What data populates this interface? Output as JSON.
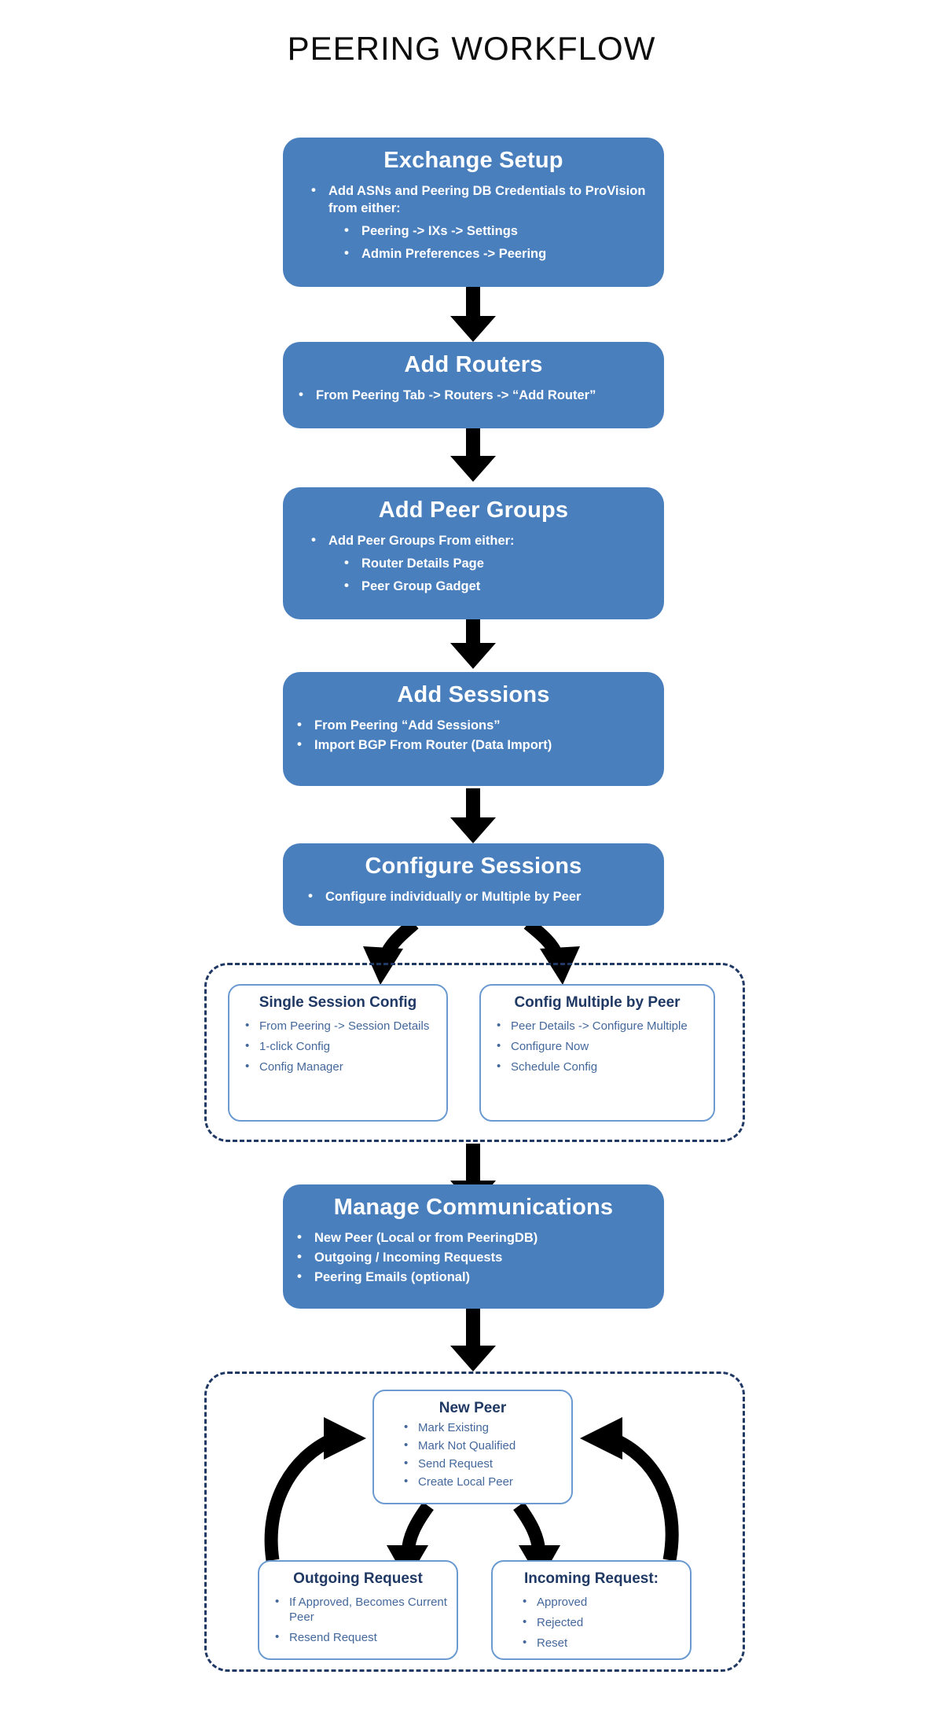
{
  "title": "PEERING WORKFLOW",
  "colors": {
    "process_box_fill": "#4a7fbe",
    "process_box_text": "#ffffff",
    "sub_box_border": "#6a9ad0",
    "sub_box_title": "#1f3864",
    "sub_box_text": "#44689b",
    "group_border": "#1f3864",
    "arrow": "#000000",
    "title_text": "#0d0d0d",
    "background": "#ffffff"
  },
  "steps": [
    {
      "id": "exchange-setup",
      "title": "Exchange Setup",
      "bullets": [
        {
          "text": "Add ASNs and Peering DB Credentials to ProVision from either:",
          "level": 1
        },
        {
          "text": "Peering -> IXs -> Settings",
          "level": 2
        },
        {
          "text": "Admin Preferences -> Peering",
          "level": 2
        }
      ]
    },
    {
      "id": "add-routers",
      "title": "Add Routers",
      "bullets": [
        {
          "text": "From Peering Tab -> Routers -> “Add Router”",
          "level": 1
        }
      ]
    },
    {
      "id": "add-peer-groups",
      "title": "Add Peer Groups",
      "bullets": [
        {
          "text": "Add Peer Groups From either:",
          "level": 1
        },
        {
          "text": "Router Details Page",
          "level": 2
        },
        {
          "text": "Peer Group Gadget",
          "level": 2
        }
      ]
    },
    {
      "id": "add-sessions",
      "title": "Add Sessions",
      "bullets": [
        {
          "text": "From  Peering “Add Sessions”",
          "level": 1
        },
        {
          "text": "Import BGP From Router (Data Import)",
          "level": 1
        }
      ]
    },
    {
      "id": "configure-sessions",
      "title": "Configure Sessions",
      "bullets": [
        {
          "text": "Configure individually or Multiple by Peer",
          "level": 1
        }
      ]
    },
    {
      "id": "manage-communications",
      "title": "Manage Communications",
      "bullets": [
        {
          "text": "New Peer (Local or from PeeringDB)",
          "level": 1
        },
        {
          "text": "Outgoing / Incoming Requests",
          "level": 1
        },
        {
          "text": "Peering Emails (optional)",
          "level": 1
        }
      ]
    }
  ],
  "config_group": {
    "boxes": [
      {
        "id": "single-session-config",
        "title": "Single Session Config",
        "bullets": [
          "From Peering -> Session Details",
          "1-click Config",
          "Config Manager"
        ]
      },
      {
        "id": "config-multiple-by-peer",
        "title": "Config Multiple by Peer",
        "bullets": [
          "Peer Details -> Configure Multiple",
          "Configure Now",
          "Schedule Config"
        ]
      }
    ]
  },
  "peer_group": {
    "boxes": [
      {
        "id": "new-peer",
        "title": "New Peer",
        "bullets": [
          "Mark Existing",
          "Mark Not Qualified",
          "Send Request",
          "Create Local Peer"
        ]
      },
      {
        "id": "outgoing-request",
        "title": "Outgoing Request",
        "bullets": [
          "If Approved, Becomes Current Peer",
          "Resend Request"
        ]
      },
      {
        "id": "incoming-request",
        "title": "Incoming Request:",
        "bullets": [
          "Approved",
          "Rejected",
          "Reset"
        ]
      }
    ]
  }
}
